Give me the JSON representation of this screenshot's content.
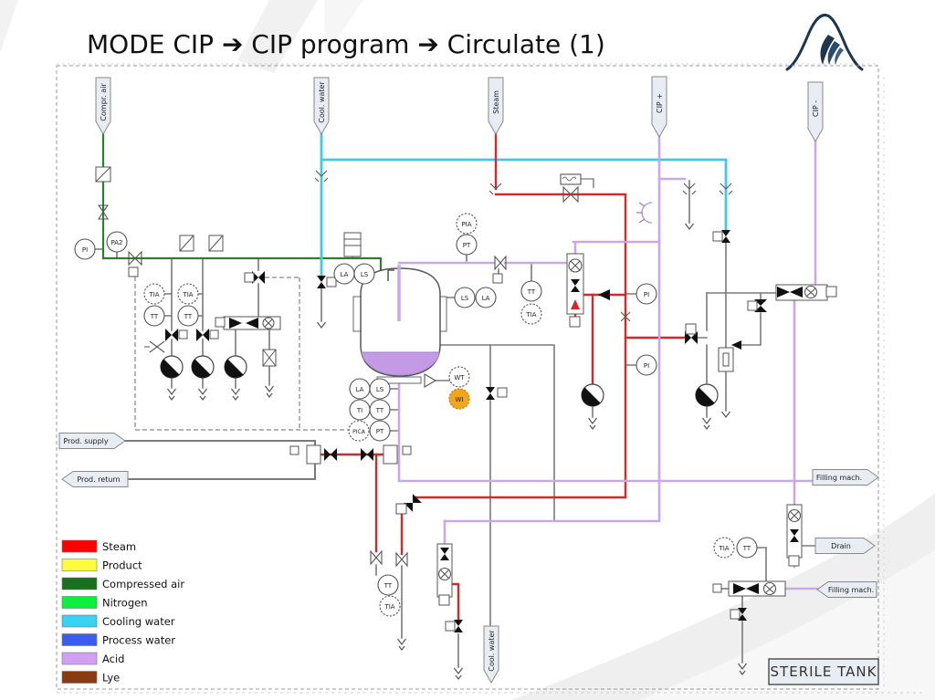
{
  "title": "MODE CIP ➔ CIP program ➔ Circulate (1)",
  "flags": {
    "compr_air": "Compr. air",
    "cool_water_top": "Cool. water",
    "steam": "Steam",
    "cip_plus": "CIP +",
    "cip_minus": "CIP -",
    "cool_water_bottom": "Cool. water",
    "prod_supply": "Prod. supply",
    "prod_return": "Prod. return",
    "filling_mach_top": "Filling mach.",
    "drain": "Drain",
    "filling_mach_bottom": "Filling mach.",
    "sterile_tank": "STERILE TANK"
  },
  "legend": {
    "items": [
      {
        "label": "Steam",
        "color": "#fe0000"
      },
      {
        "label": "Product",
        "color": "#fcfc3c"
      },
      {
        "label": "Compressed air",
        "color": "#17701c"
      },
      {
        "label": "Nitrogen",
        "color": "#0cef3c"
      },
      {
        "label": "Cooling water",
        "color": "#38d2f2"
      },
      {
        "label": "Process water",
        "color": "#3a5cf0"
      },
      {
        "label": "Acid",
        "color": "#cfa0f3"
      },
      {
        "label": "Lye",
        "color": "#8a3b10"
      }
    ]
  },
  "instruments": {
    "pi1": "PI",
    "pa2": "PA2",
    "tia1": "TIA",
    "tt1": "TT",
    "tia2": "TIA",
    "tt2": "TT",
    "la1": "LA",
    "ls1": "LS",
    "pia": "PIA",
    "pt1": "PT",
    "ls2": "LS",
    "la2": "LA",
    "tt3": "TT",
    "tia3": "TIA",
    "pi2": "PI",
    "pi3": "PI",
    "wt": "WT",
    "wi": "WI",
    "la3": "LA",
    "ls3": "LS",
    "ti": "TI",
    "tt4": "TT",
    "pica": "PICA",
    "pt2": "PT",
    "tt5": "TT",
    "tia4": "TIA",
    "tia5": "TIA",
    "tt6": "TT"
  },
  "pipe_colors": {
    "steam": "#cf2b2b",
    "acid": "#c9a8e8",
    "cooling": "#41c8e6",
    "compressed_air": "#2e7d32",
    "pipe_gray": "#7a7a7a",
    "signal": "#6a6a6a"
  },
  "tank": {
    "liquid_color": "#c49ae6"
  },
  "colors": {
    "wi_fill": "#f2a51d",
    "flag_fill": "#e8edf4",
    "logo_navy": "#1c3550"
  }
}
